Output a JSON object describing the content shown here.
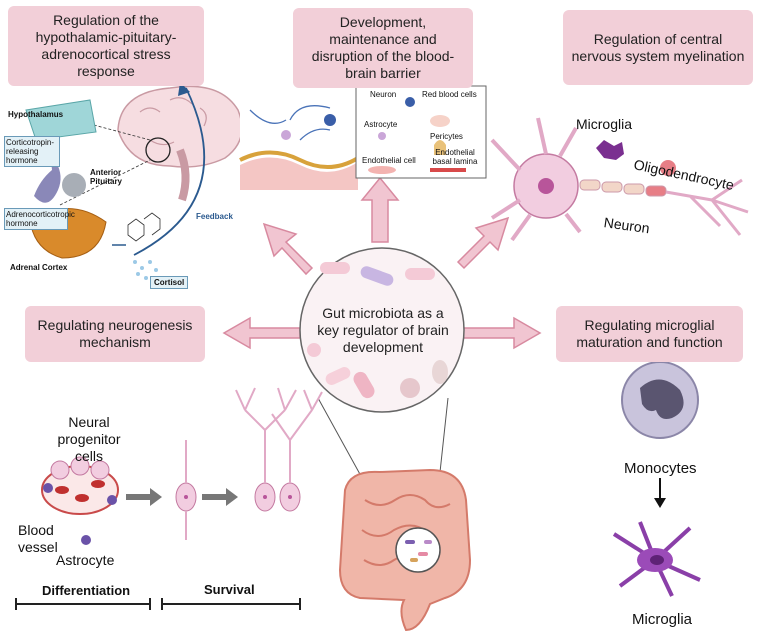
{
  "boxes": {
    "hpa": "Regulation of the hypothalamic-pituitary-adrenocortical stress response",
    "bbb": "Development, maintenance and disruption of the blood-brain barrier",
    "myelin": "Regulation of central nervous system myelination",
    "neurogenesis": "Regulating neurogenesis mechanism",
    "microglial": "Regulating microglial maturation and function",
    "center": "Gut microbiota as a key regulator of brain development"
  },
  "hpa_panel": {
    "hypothalamus": "Hypothalamus",
    "crh": "Corticotropin-releasing hormone",
    "anterior_pituitary": "Anterior Pituitary",
    "acth": "Adrenocorticotropic hormone",
    "adrenal_cortex": "Adrenal Cortex",
    "cortisol": "Cortisol",
    "feedback": "Feedback"
  },
  "bbb_legend": {
    "neuron": "Neuron",
    "astrocyte": "Astrocyte",
    "endothelial_cell": "Endothelial cell",
    "red_blood_cells": "Red blood cells",
    "pericytes": "Pericytes",
    "basal_lamina": "Endothelial basal lamina"
  },
  "myelin_panel": {
    "microglia": "Microglia",
    "oligodendrocyte": "Oligodendrocyte",
    "neuron": "Neuron"
  },
  "neurogenesis_panel": {
    "progenitor": "Neural progenitor cells",
    "blood_vessel": "Blood vessel",
    "astrocyte": "Astrocyte",
    "differentiation": "Differentiation",
    "survival": "Survival"
  },
  "microglia_panel": {
    "monocytes": "Monocytes",
    "microglia": "Microglia"
  },
  "colors": {
    "box_fill": "#f2cfd8",
    "arrow_fill": "#f1c5d1",
    "arrow_stroke": "#d88aa0",
    "neuron_pink": "#e7a9c3",
    "microglia_purple": "#8a3fa8",
    "feedback_blue": "#2b5a8f"
  }
}
